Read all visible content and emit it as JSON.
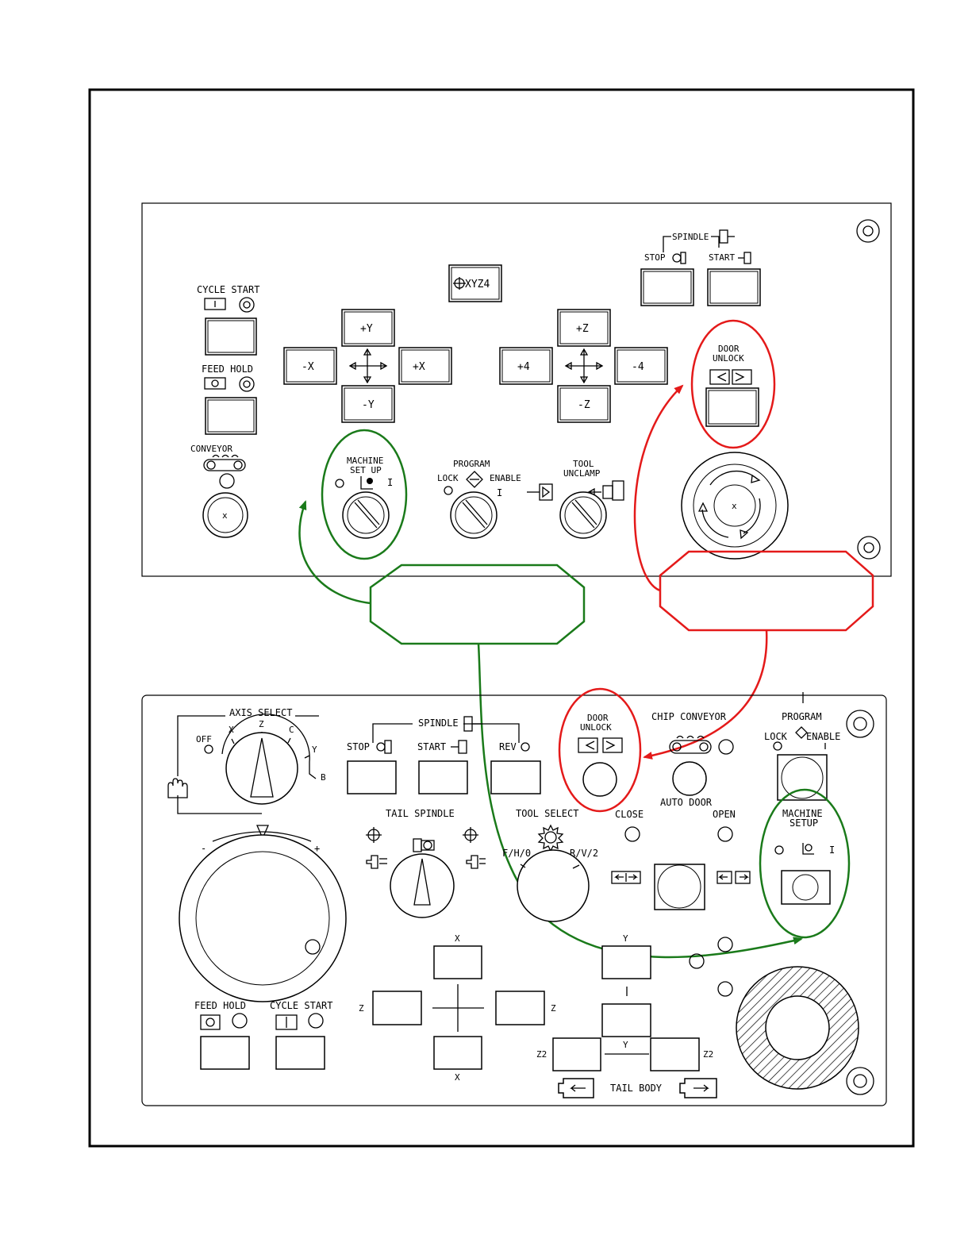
{
  "colors": {
    "accent_red": "#e41a1a",
    "accent_green": "#1a7a1a",
    "line": "#000000",
    "background": "#ffffff"
  },
  "callouts": {
    "green_text": "",
    "red_text": ""
  },
  "top_panel": {
    "cycle_start": "CYCLE START",
    "feed_hold": "FEED HOLD",
    "conveyor": "CONVEYOR",
    "axis_button": "XYZ4",
    "jog_plus_y": "+Y",
    "jog_minus_x": "-X",
    "jog_plus_x": "+X",
    "jog_minus_y": "-Y",
    "jog_plus_z": "+Z",
    "jog_plus_4": "+4",
    "jog_minus_4": "-4",
    "jog_minus_z": "-Z",
    "spindle": "SPINDLE",
    "stop": "STOP",
    "start": "START",
    "door_unlock_1": "DOOR",
    "door_unlock_2": "UNLOCK",
    "machine_setup_1": "MACHINE",
    "machine_setup_2": "SET UP",
    "setup_on": "I",
    "program": "PROGRAM",
    "lock": "LOCK",
    "enable": "ENABLE",
    "program_on": "I",
    "tool_unclamp_1": "TOOL",
    "tool_unclamp_2": "UNCLAMP"
  },
  "bottom_panel": {
    "axis_select": "AXIS SELECT",
    "off": "OFF",
    "axis_x": "X",
    "axis_z": "Z",
    "axis_c": "C",
    "axis_y": "Y",
    "axis_b": "B",
    "minus": "-",
    "plus": "+",
    "spindle": "SPINDLE",
    "stop": "STOP",
    "start": "START",
    "rev": "REV",
    "door_unlock_1": "DOOR",
    "door_unlock_2": "UNLOCK",
    "chip_conveyor": "CHIP CONVEYOR",
    "auto_door": "AUTO DOOR",
    "program": "PROGRAM",
    "lock": "LOCK",
    "enable": "ENABLE",
    "tail_spindle": "TAIL SPINDLE",
    "tool_select": "TOOL SELECT",
    "fh0": "F/H/0",
    "rv2": "R/V/2",
    "close": "CLOSE",
    "open": "OPEN",
    "machine_setup_1": "MACHINE",
    "machine_setup_2": "SETUP",
    "setup_on": "I",
    "feed_hold": "FEED HOLD",
    "cycle_start": "CYCLE START",
    "jog_x_top": "X",
    "jog_x_bottom": "X",
    "jog_z_left": "Z",
    "jog_z_right": "Z",
    "jog_y_top": "Y",
    "jog_y_mid": "Y",
    "jog_z2_left": "Z2",
    "jog_z2_right": "Z2",
    "tail_body": "TAIL BODY"
  }
}
